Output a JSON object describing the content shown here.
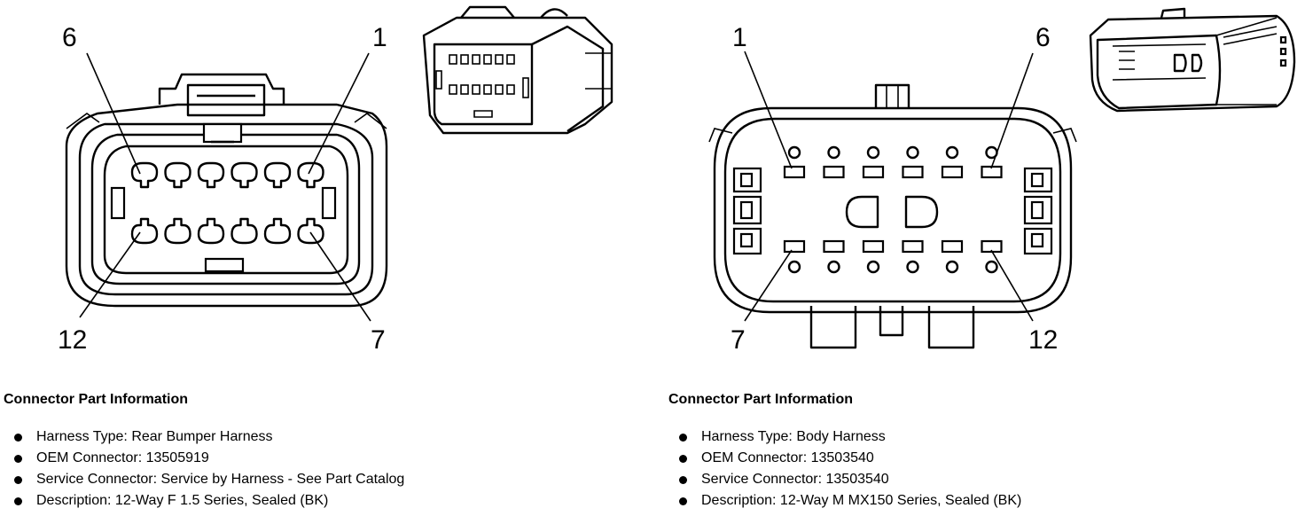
{
  "left_connector": {
    "pin_labels": {
      "top_left": "6",
      "top_right": "1",
      "bottom_left": "12",
      "bottom_right": "7"
    },
    "info": {
      "heading": "Connector Part Information",
      "items": [
        "Harness Type: Rear Bumper Harness",
        "OEM Connector: 13505919",
        "Service Connector: Service by Harness - See Part Catalog",
        "Description: 12-Way F 1.5 Series, Sealed (BK)"
      ]
    }
  },
  "right_connector": {
    "pin_labels": {
      "top_left": "1",
      "top_right": "6",
      "bottom_left": "7",
      "bottom_right": "12"
    },
    "info": {
      "heading": "Connector Part Information",
      "items": [
        "Harness Type: Body Harness",
        "OEM Connector: 13503540",
        "Service Connector: 13503540",
        "Description: 12-Way M MX150 Series, Sealed (BK)"
      ]
    }
  }
}
